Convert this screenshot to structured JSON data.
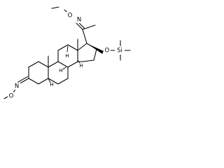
{
  "structure": {
    "atoms": {
      "o_top": "O",
      "n_top": "N",
      "o_tms": "O",
      "si": "Si",
      "n_bottom": "N",
      "o_bottom": "O"
    },
    "stereo_h": {
      "h8": "H",
      "h9": "H",
      "h14": "H",
      "h5": "H"
    }
  }
}
